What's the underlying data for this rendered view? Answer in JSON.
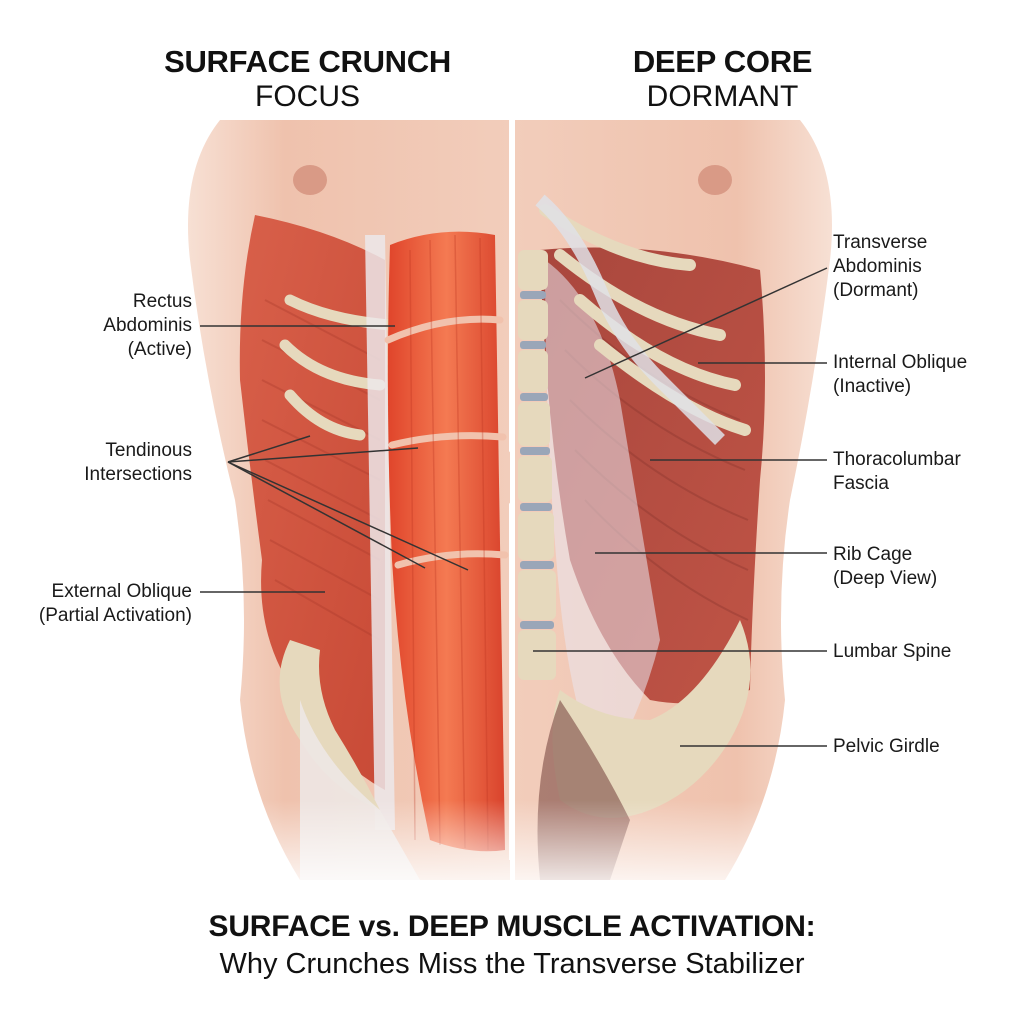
{
  "headings": {
    "left": {
      "bold": "SURFACE CRUNCH",
      "light": "FOCUS"
    },
    "right": {
      "bold": "DEEP CORE",
      "light": "DORMANT"
    }
  },
  "labels": {
    "rectus": [
      "Rectus",
      "Abdominis",
      "(Active)"
    ],
    "tendinous": [
      "Tendinous",
      "Intersections"
    ],
    "external_oblique": [
      "External Oblique",
      "(Partial Activation)"
    ],
    "transverse": [
      "Transverse",
      "Abdominis",
      "(Dormant)"
    ],
    "internal_oblique": [
      "Internal Oblique",
      "(Inactive)"
    ],
    "thoracolumbar": [
      "Thoracolumbar",
      "Fascia"
    ],
    "rib_cage": [
      "Rib Cage",
      "(Deep View)"
    ],
    "lumbar_spine": [
      "Lumbar Spine"
    ],
    "pelvic_girdle": [
      "Pelvic Girdle"
    ]
  },
  "footer": {
    "title": "SURFACE vs. DEEP MUSCLE ACTIVATION:",
    "subtitle": "Why Crunches Miss the Transverse Stabilizer"
  },
  "colors": {
    "skin": "#f1c7b3",
    "muscle_active": "#e8553a",
    "muscle_deep": "#b8493e",
    "bone": "#e6d9bd",
    "fascia": "#e4e4ea",
    "leader_line": "#333333"
  }
}
